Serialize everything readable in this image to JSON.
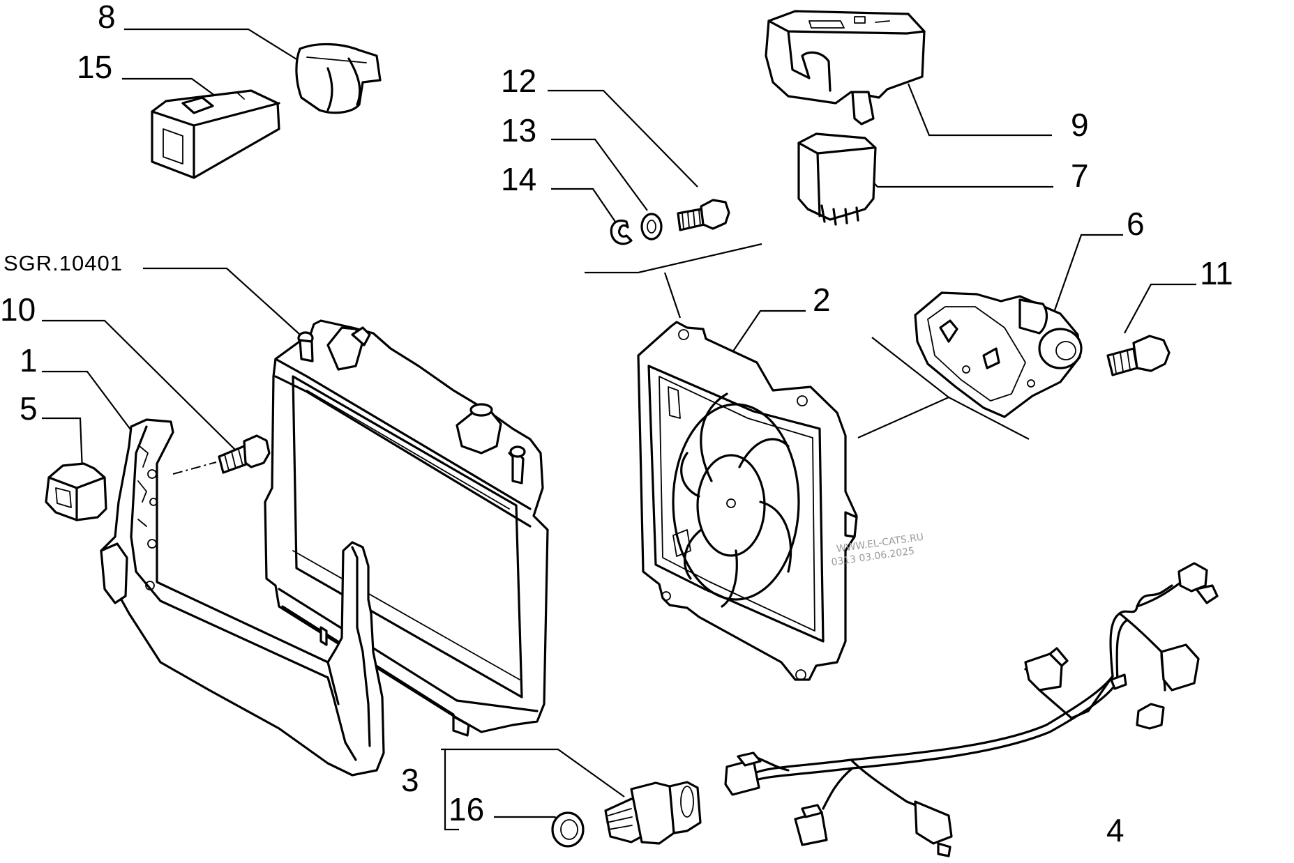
{
  "diagram": {
    "reference_code": "SGR.10401",
    "watermark_line1": "WWW.EL-CATS.RU",
    "watermark_line2": "0313 03.06.2025",
    "callouts": {
      "c1": "1",
      "c2": "2",
      "c3": "3",
      "c4": "4",
      "c5": "5",
      "c6": "6",
      "c7": "7",
      "c8": "8",
      "c9": "9",
      "c10": "10",
      "c11": "11",
      "c12": "12",
      "c13": "13",
      "c14": "14",
      "c15": "15",
      "c16": "16"
    }
  }
}
